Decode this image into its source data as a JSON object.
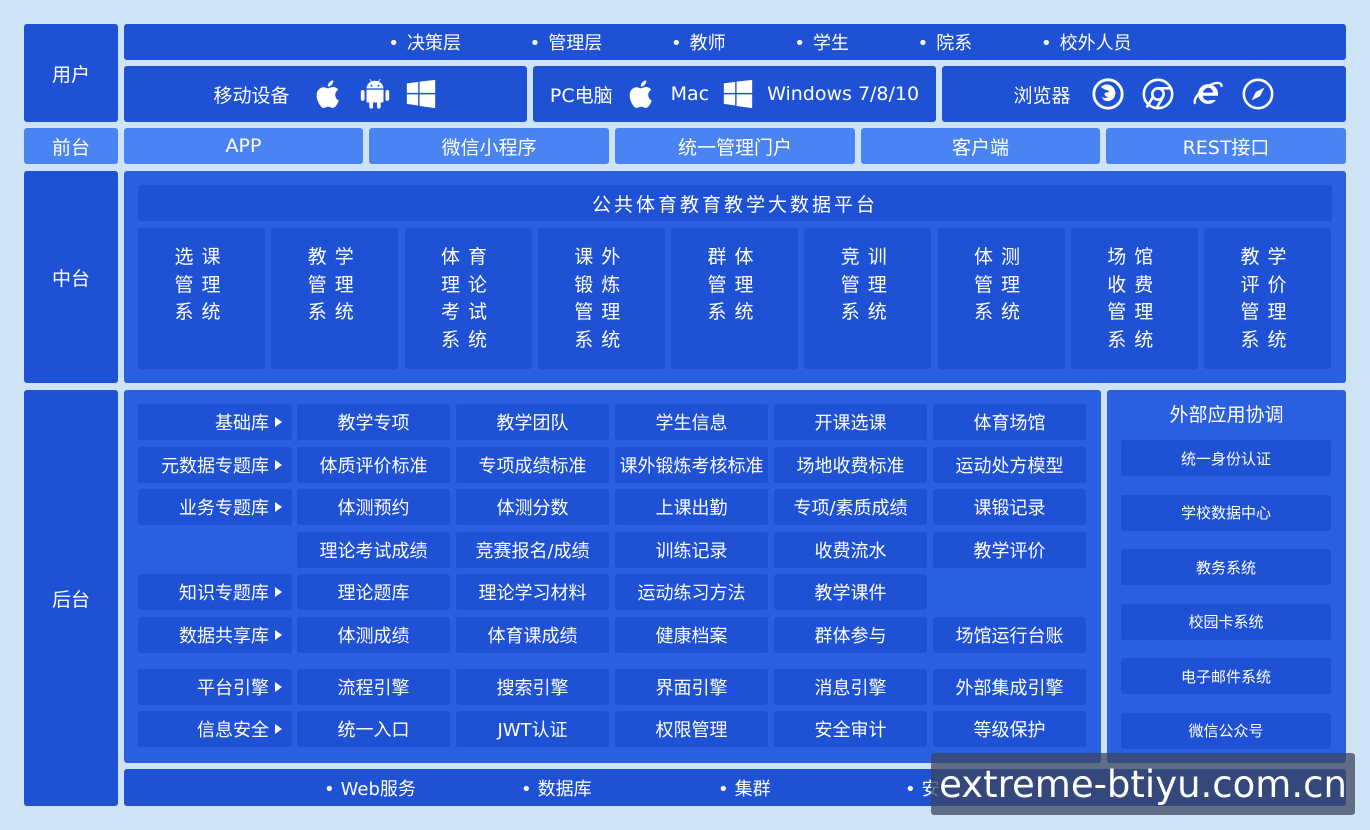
{
  "sections": {
    "user": "用户",
    "frontend": "前台",
    "middle": "中台",
    "backend": "后台"
  },
  "user_roles": [
    "决策层",
    "管理层",
    "教师",
    "学生",
    "院系",
    "校外人员"
  ],
  "devices": {
    "mobile": {
      "label": "移动设备",
      "icons": [
        "apple-icon",
        "android-icon",
        "windows-icon"
      ]
    },
    "pc": {
      "label": "PC电脑",
      "mac": "Mac",
      "windows": "Windows 7/8/10",
      "icons": [
        "apple-icon",
        "windows-icon"
      ]
    },
    "browser": {
      "label": "浏览器",
      "icons": [
        "firefox-icon",
        "chrome-icon",
        "ie-icon",
        "safari-icon"
      ]
    }
  },
  "frontend_items": [
    "APP",
    "微信小程序",
    "统一管理门户",
    "客户端",
    "REST接口"
  ],
  "platform_title": "公共体育教育教学大数据平台",
  "systems": [
    [
      "选课",
      "管理",
      "系统"
    ],
    [
      "教学",
      "管理",
      "系统"
    ],
    [
      "体育",
      "理论",
      "考试",
      "系统"
    ],
    [
      "课外",
      "锻炼",
      "管理",
      "系统"
    ],
    [
      "群体",
      "管理",
      "系统"
    ],
    [
      "竞训",
      "管理",
      "系统"
    ],
    [
      "体测",
      "管理",
      "系统"
    ],
    [
      "场馆",
      "收费",
      "管理",
      "系统"
    ],
    [
      "教学",
      "评价",
      "管理",
      "系统"
    ]
  ],
  "backend_rows": [
    {
      "label": "基础库",
      "cells": [
        "教学专项",
        "教学团队",
        "学生信息",
        "开课选课",
        "体育场馆"
      ]
    },
    {
      "label": "元数据专题库",
      "cells": [
        "体质评价标准",
        "专项成绩标准",
        "课外锻炼考核标准",
        "场地收费标准",
        "运动处方模型"
      ]
    },
    {
      "label": "业务专题库",
      "cells": [
        "体测预约",
        "体测分数",
        "上课出勤",
        "专项/素质成绩",
        "课锻记录"
      ]
    },
    {
      "label": "",
      "cells": [
        "理论考试成绩",
        "竞赛报名/成绩",
        "训练记录",
        "收费流水",
        "教学评价"
      ]
    },
    {
      "label": "知识专题库",
      "cells": [
        "理论题库",
        "理论学习材料",
        "运动练习方法",
        "教学课件",
        ""
      ]
    },
    {
      "label": "数据共享库",
      "cells": [
        "体测成绩",
        "体育课成绩",
        "健康档案",
        "群体参与",
        "场馆运行台账"
      ]
    },
    {
      "label": "平台引擎",
      "cells": [
        "流程引擎",
        "搜索引擎",
        "界面引擎",
        "消息引擎",
        "外部集成引擎"
      ]
    },
    {
      "label": "信息安全",
      "cells": [
        "统一入口",
        "JWT认证",
        "权限管理",
        "安全审计",
        "等级保护"
      ]
    }
  ],
  "external": {
    "title": "外部应用协调",
    "items": [
      "统一身份认证",
      "学校数据中心",
      "教务系统",
      "校园卡系统",
      "电子邮件系统",
      "微信公众号"
    ]
  },
  "bottom_items": [
    "Web服务",
    "数据库",
    "集群",
    "安"
  ],
  "watermark": "extreme-btiyu.com.cn"
}
